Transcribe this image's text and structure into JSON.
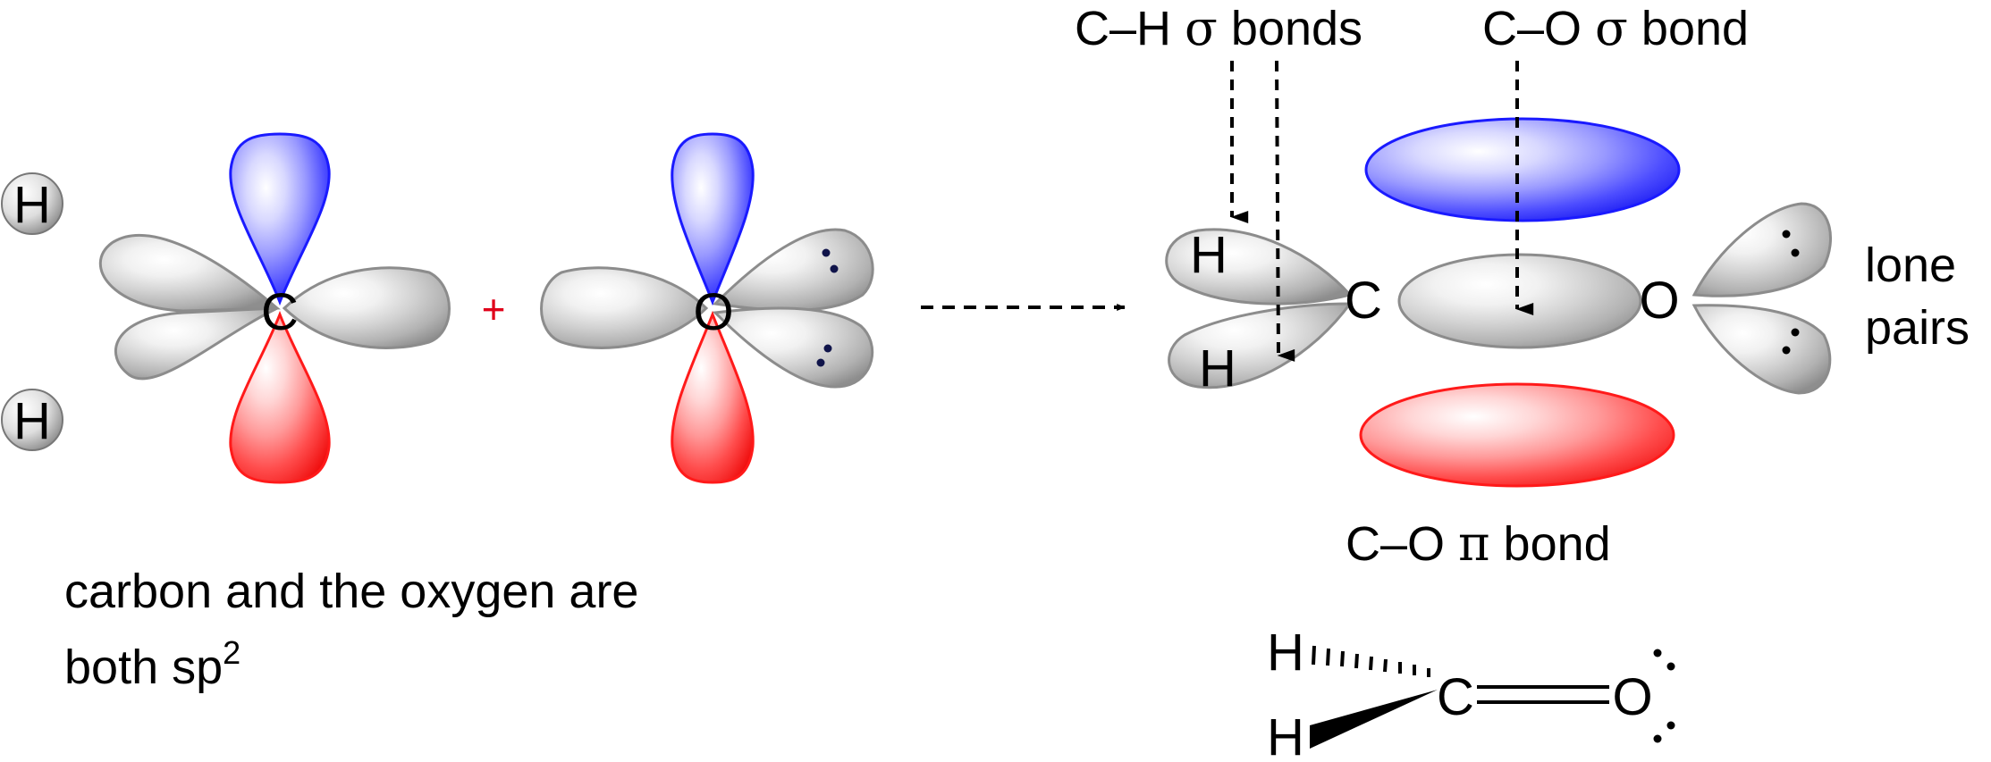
{
  "reactant": {
    "hydrogen_top": "H",
    "hydrogen_bottom": "H",
    "carbon": "C",
    "plus": "+",
    "oxygen": "O"
  },
  "product": {
    "h_top": "H",
    "h_bottom": "H",
    "carbon": "C",
    "oxygen": "O"
  },
  "labels": {
    "ch_sigma": {
      "prefix": "C–H ",
      "greek": "σ",
      "suffix": " bonds"
    },
    "co_sigma": {
      "prefix": "C–O ",
      "greek": "σ",
      "suffix": " bond"
    },
    "co_pi": {
      "prefix": "C–O ",
      "greek": "π",
      "suffix": " bond"
    },
    "lone_pairs_line1": "lone",
    "lone_pairs_line2": "pairs",
    "caption_line1": "carbon and the oxygen are",
    "caption_line2_text": "both sp",
    "caption_line2_sup": "2"
  },
  "structure": {
    "h_top": "H",
    "h_bottom": "H",
    "carbon": "C",
    "oxygen": "O"
  },
  "colors": {
    "p_orbital_top": "#1a1aff",
    "p_orbital_bottom": "#ff1a1a",
    "sp2_orbital": "#9a9a9a",
    "plus_sign": "#e0001a",
    "lone_pair_dot": "#10144a"
  }
}
